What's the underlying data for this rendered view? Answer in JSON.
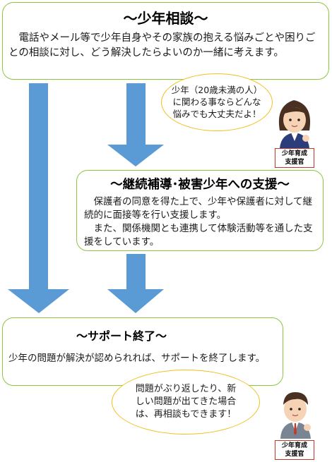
{
  "section1": {
    "title": "～少年相談～",
    "text": "　電話やメール等で少年自身やその家族の抱える悩みごとや困りごとの相談に対し、どう解決したらよいのか一緒に考えます。"
  },
  "bubble1": {
    "text": "少年（20歳未満の人）\nに関わる事ならどんな\n悩みでも大丈夫だよ！"
  },
  "badge1": {
    "text": "少年育成\n支援官"
  },
  "section2": {
    "title": "～継続補導･被害少年への支援～",
    "text": "　保護者の同意を得た上で、少年や保護者に対して継続的に面接等を行い支援します。\n　また、関係機関とも連携して体験活動等を通した支援をしています。"
  },
  "section3": {
    "title": "～サポート終了～",
    "text": "少年の問題が解決が認められれば、サポートを終了します。"
  },
  "bubble2": {
    "text": "問題がぶり返したり、新\nしい問題が出てきた場合\nは、再相談もできます！"
  },
  "badge2": {
    "text": "少年育成\n支援官"
  },
  "colors": {
    "box_border": "#8cc63f",
    "arrow": "#5b9bd5",
    "bubble_border": "#f0c020",
    "badge_border": "#c0392b"
  }
}
